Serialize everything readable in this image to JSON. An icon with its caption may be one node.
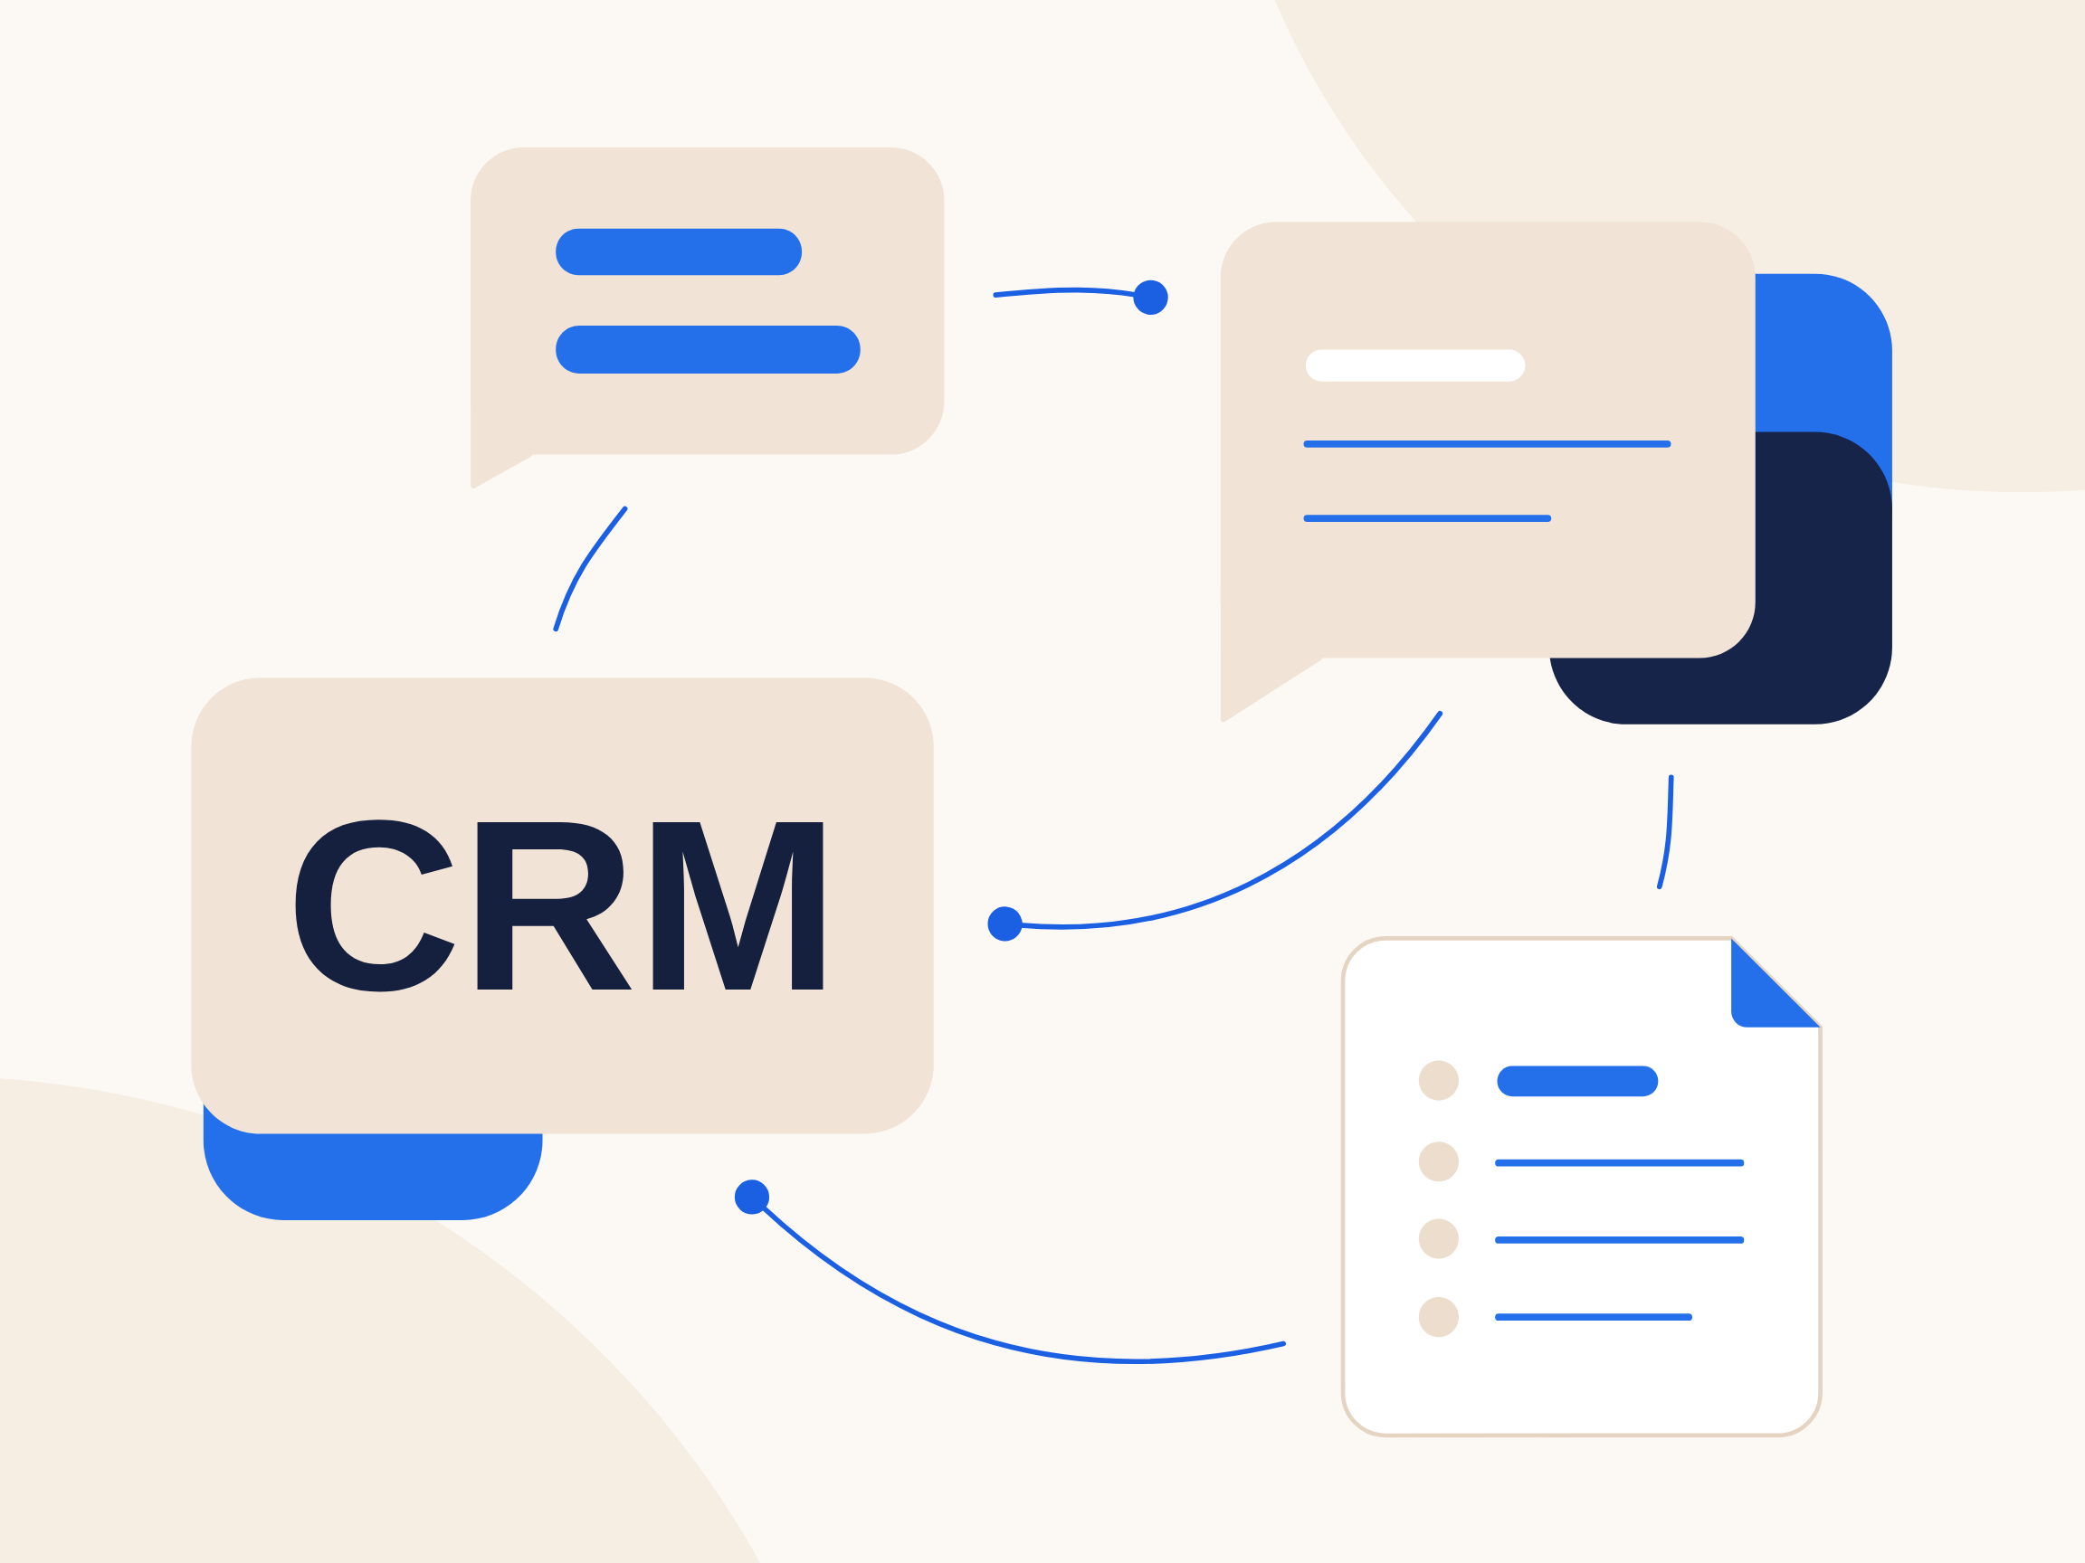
{
  "diagram": {
    "nodes": [
      {
        "text": [],
        "shape": "bubble"
      },
      {
        "text": [],
        "shape": "bubble"
      },
      {
        "text": [
          "CRM"
        ]
      },
      {
        "text": [],
        "shape": "document"
      }
    ],
    "edges": [
      {
        "from": 0,
        "to": 1,
        "arrow": "other"
      },
      {
        "from": 2,
        "to": 0,
        "arrow": "none"
      },
      {
        "from": 1,
        "to": 2,
        "arrow": "other"
      },
      {
        "from": 1,
        "to": 3,
        "arrow": "none"
      },
      {
        "from": 3,
        "to": 2,
        "arrow": "other"
      }
    ]
  }
}
